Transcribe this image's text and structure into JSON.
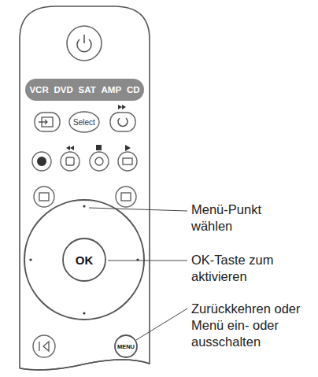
{
  "diagram": {
    "nodes": [
      {
        "text": [
          "VCR",
          "DVD",
          "SAT",
          "AMP",
          "CD"
        ]
      },
      {
        "text": [
          "Select"
        ]
      },
      {
        "text": [
          "OK"
        ]
      },
      {
        "text": [
          "MENU"
        ]
      }
    ],
    "labels": [
      "Menü-Punkt wählen",
      "OK-Taste zum aktivieren",
      "Zurückkehren oder Menü ein- oder ausschalten"
    ]
  }
}
